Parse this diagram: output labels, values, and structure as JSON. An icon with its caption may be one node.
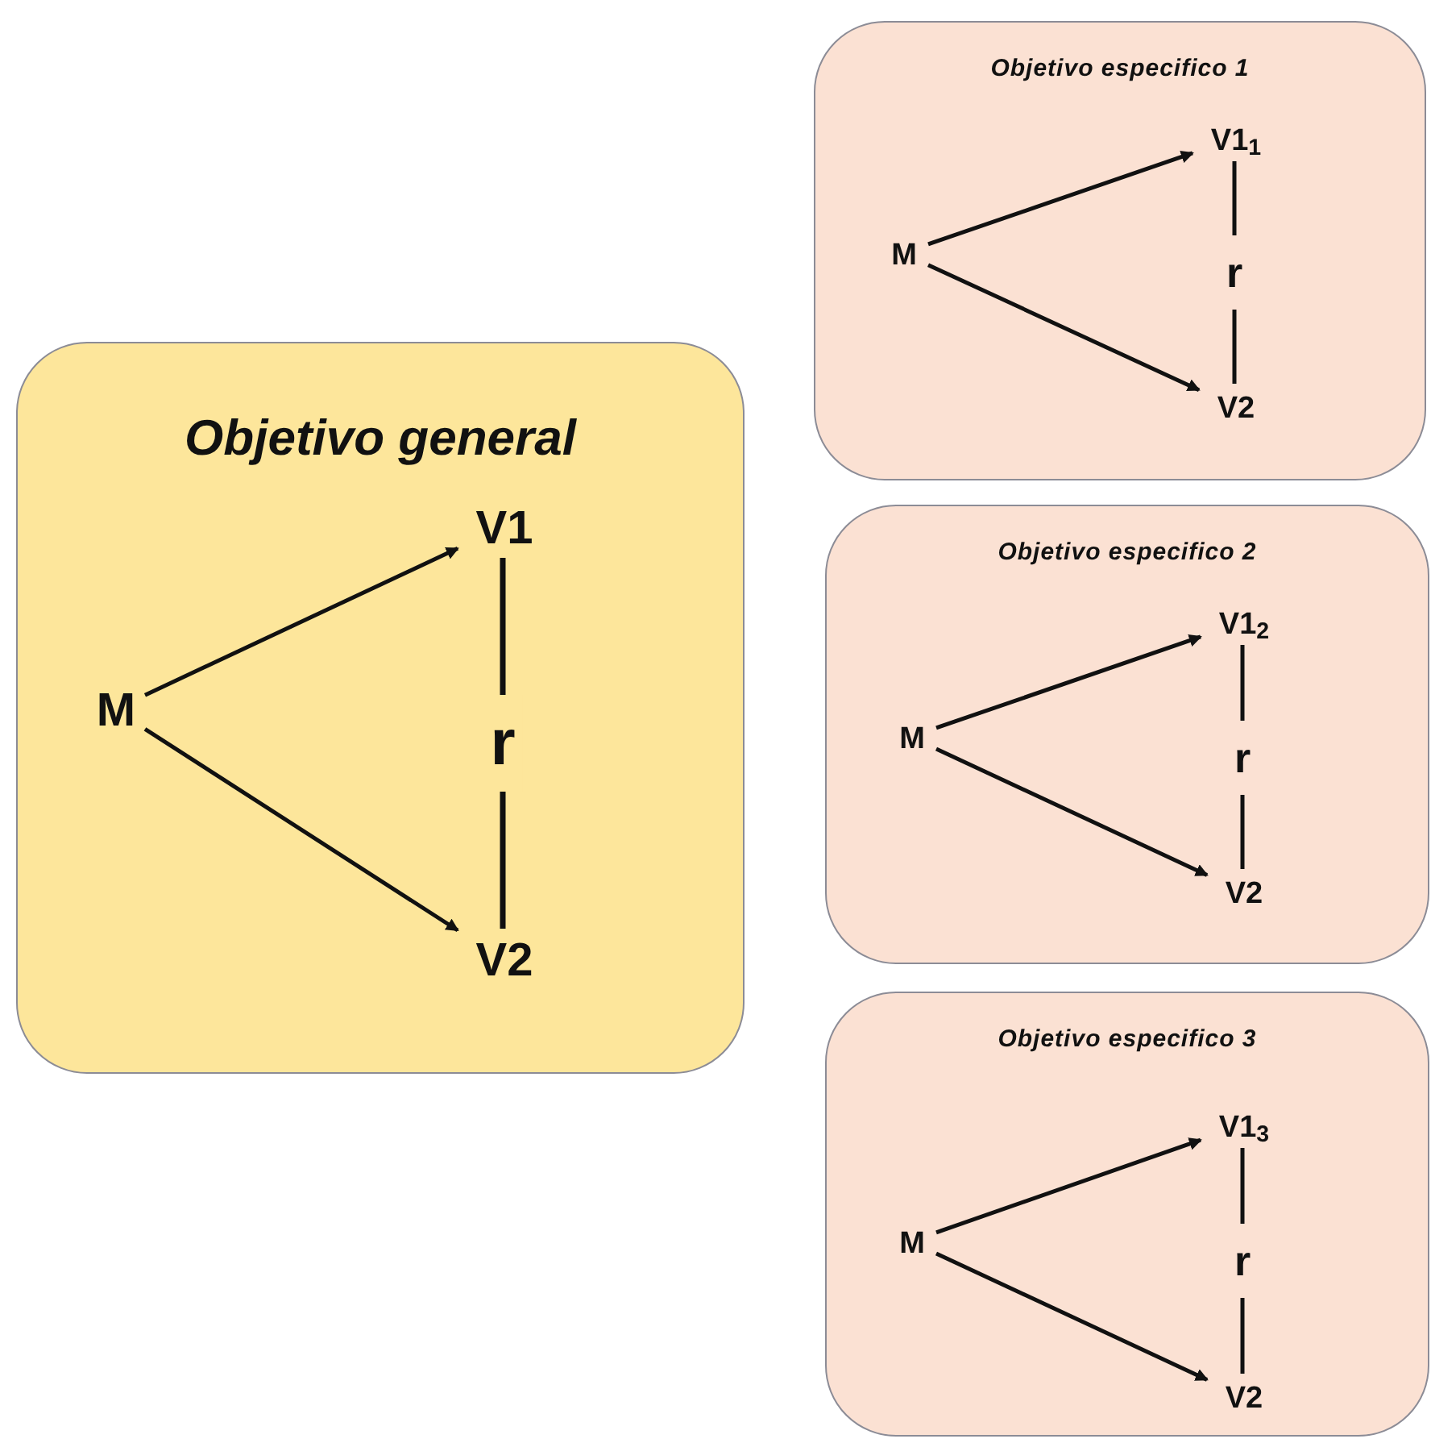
{
  "diagram": {
    "nodes": [
      {
        "text": [
          "Objetivo general"
        ]
      },
      {
        "text": [
          "M"
        ],
        "in": 0
      },
      {
        "text": [
          "V1"
        ],
        "in": 0
      },
      {
        "text": [
          "V2"
        ],
        "in": 0
      },
      {
        "text": [
          "Objetivo especifico 1"
        ]
      },
      {
        "text": [
          "M"
        ],
        "in": 4
      },
      {
        "text": [
          "V1$_{1}$"
        ],
        "in": 4
      },
      {
        "text": [
          "V2"
        ],
        "in": 4
      },
      {
        "text": [
          "Objetivo especifico 2"
        ]
      },
      {
        "text": [
          "M"
        ],
        "in": 8
      },
      {
        "text": [
          "V1$_{2}$"
        ],
        "in": 8
      },
      {
        "text": [
          "V2"
        ],
        "in": 8
      },
      {
        "text": [
          "Objetivo especifico 3"
        ]
      },
      {
        "text": [
          "M"
        ],
        "in": 12
      },
      {
        "text": [
          "V1$_{3}$"
        ],
        "in": 12
      },
      {
        "text": [
          "V2"
        ],
        "in": 12
      }
    ],
    "edges": [
      {
        "from": 1,
        "to": 2,
        "arrow": "to"
      },
      {
        "from": 1,
        "to": 3,
        "arrow": "to"
      },
      {
        "from": 2,
        "to": 3,
        "arrow": "none",
        "label": "r"
      },
      {
        "from": 5,
        "to": 6,
        "arrow": "to"
      },
      {
        "from": 5,
        "to": 7,
        "arrow": "to"
      },
      {
        "from": 6,
        "to": 7,
        "arrow": "none",
        "label": "r"
      },
      {
        "from": 9,
        "to": 10,
        "arrow": "to"
      },
      {
        "from": 9,
        "to": 11,
        "arrow": "to"
      },
      {
        "from": 10,
        "to": 11,
        "arrow": "none",
        "label": "r"
      },
      {
        "from": 13,
        "to": 14,
        "arrow": "to"
      },
      {
        "from": 13,
        "to": 15,
        "arrow": "to"
      },
      {
        "from": 14,
        "to": 15,
        "arrow": "none",
        "label": "r"
      }
    ]
  }
}
